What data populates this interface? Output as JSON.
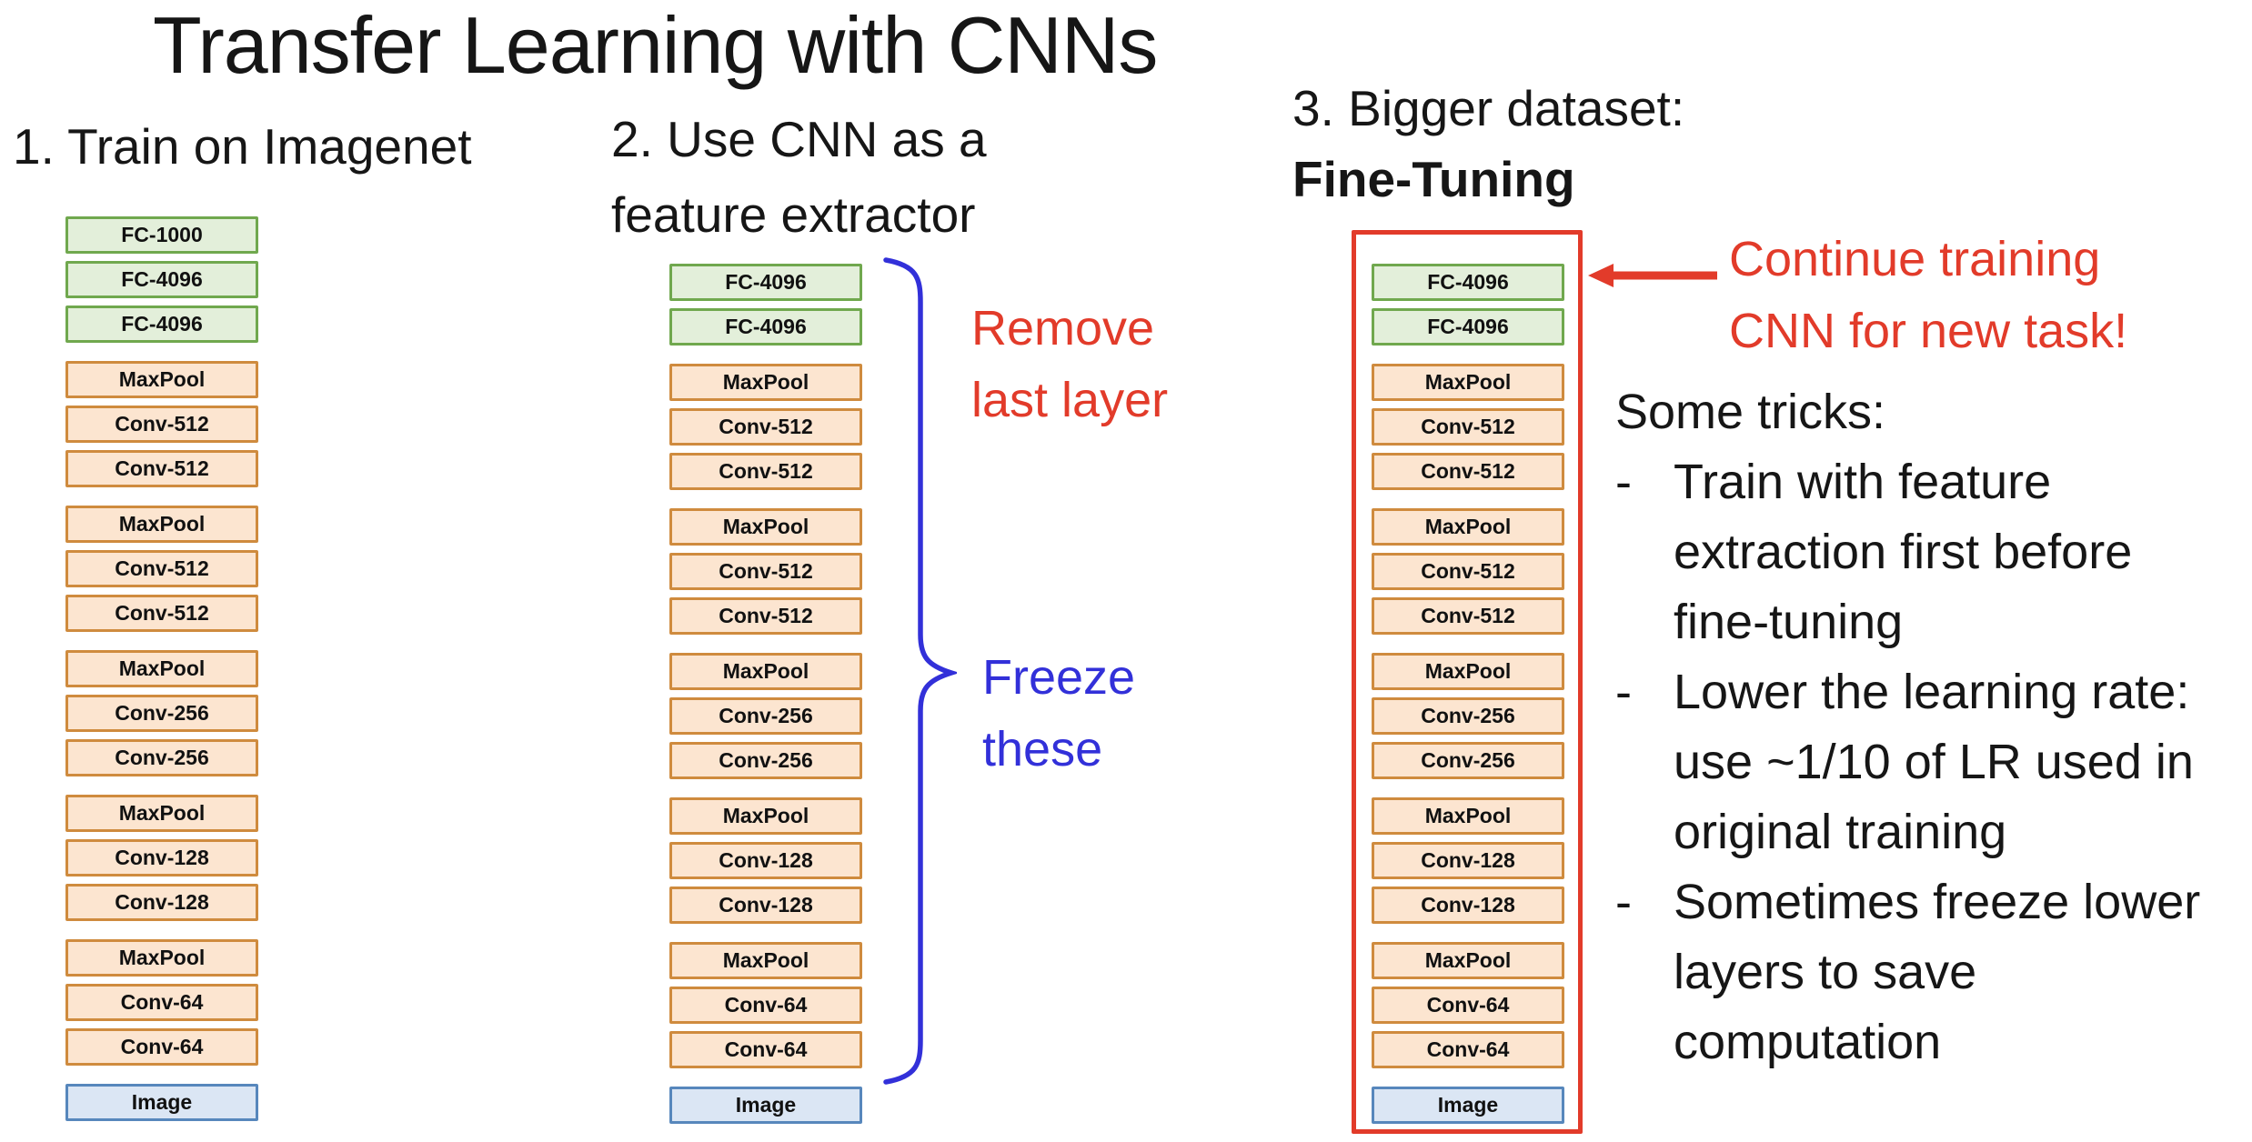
{
  "slide": {
    "title": "Transfer Learning with CNNs"
  },
  "colors": {
    "background": "#ffffff",
    "text_black": "#161616",
    "fc_fill": "#e3efda",
    "fc_border": "#70a84e",
    "conv_fill": "#fce5d0",
    "conv_border": "#cf8b3e",
    "image_fill": "#dbe6f4",
    "image_border": "#5787bc",
    "annotation_red": "#e23b2a",
    "annotation_blue": "#3230d9"
  },
  "columns": [
    {
      "heading": "1. Train on Imagenet",
      "layers": [
        {
          "label": "FC-1000",
          "type": "fc"
        },
        {
          "label": "FC-4096",
          "type": "fc"
        },
        {
          "label": "FC-4096",
          "type": "fc"
        },
        {
          "label": "MaxPool",
          "type": "pool",
          "gap_before": true
        },
        {
          "label": "Conv-512",
          "type": "conv"
        },
        {
          "label": "Conv-512",
          "type": "conv"
        },
        {
          "label": "MaxPool",
          "type": "pool",
          "gap_before": true
        },
        {
          "label": "Conv-512",
          "type": "conv"
        },
        {
          "label": "Conv-512",
          "type": "conv"
        },
        {
          "label": "MaxPool",
          "type": "pool",
          "gap_before": true
        },
        {
          "label": "Conv-256",
          "type": "conv"
        },
        {
          "label": "Conv-256",
          "type": "conv"
        },
        {
          "label": "MaxPool",
          "type": "pool",
          "gap_before": true
        },
        {
          "label": "Conv-128",
          "type": "conv"
        },
        {
          "label": "Conv-128",
          "type": "conv"
        },
        {
          "label": "MaxPool",
          "type": "pool",
          "gap_before": true
        },
        {
          "label": "Conv-64",
          "type": "conv"
        },
        {
          "label": "Conv-64",
          "type": "conv"
        },
        {
          "label": "Image",
          "type": "image",
          "gap_before": true
        }
      ]
    },
    {
      "heading": "2. Use CNN as a\nfeature extractor",
      "layers": [
        {
          "label": "FC-4096",
          "type": "fc"
        },
        {
          "label": "FC-4096",
          "type": "fc"
        },
        {
          "label": "MaxPool",
          "type": "pool",
          "gap_before": true
        },
        {
          "label": "Conv-512",
          "type": "conv"
        },
        {
          "label": "Conv-512",
          "type": "conv"
        },
        {
          "label": "MaxPool",
          "type": "pool",
          "gap_before": true
        },
        {
          "label": "Conv-512",
          "type": "conv"
        },
        {
          "label": "Conv-512",
          "type": "conv"
        },
        {
          "label": "MaxPool",
          "type": "pool",
          "gap_before": true
        },
        {
          "label": "Conv-256",
          "type": "conv"
        },
        {
          "label": "Conv-256",
          "type": "conv"
        },
        {
          "label": "MaxPool",
          "type": "pool",
          "gap_before": true
        },
        {
          "label": "Conv-128",
          "type": "conv"
        },
        {
          "label": "Conv-128",
          "type": "conv"
        },
        {
          "label": "MaxPool",
          "type": "pool",
          "gap_before": true
        },
        {
          "label": "Conv-64",
          "type": "conv"
        },
        {
          "label": "Conv-64",
          "type": "conv"
        },
        {
          "label": "Image",
          "type": "image",
          "gap_before": true
        }
      ]
    },
    {
      "heading_line1": "3. Bigger dataset:",
      "heading_line2": "Fine-Tuning",
      "layers": [
        {
          "label": "FC-4096",
          "type": "fc"
        },
        {
          "label": "FC-4096",
          "type": "fc"
        },
        {
          "label": "MaxPool",
          "type": "pool",
          "gap_before": true
        },
        {
          "label": "Conv-512",
          "type": "conv"
        },
        {
          "label": "Conv-512",
          "type": "conv"
        },
        {
          "label": "MaxPool",
          "type": "pool",
          "gap_before": true
        },
        {
          "label": "Conv-512",
          "type": "conv"
        },
        {
          "label": "Conv-512",
          "type": "conv"
        },
        {
          "label": "MaxPool",
          "type": "pool",
          "gap_before": true
        },
        {
          "label": "Conv-256",
          "type": "conv"
        },
        {
          "label": "Conv-256",
          "type": "conv"
        },
        {
          "label": "MaxPool",
          "type": "pool",
          "gap_before": true
        },
        {
          "label": "Conv-128",
          "type": "conv"
        },
        {
          "label": "Conv-128",
          "type": "conv"
        },
        {
          "label": "MaxPool",
          "type": "pool",
          "gap_before": true
        },
        {
          "label": "Conv-64",
          "type": "conv"
        },
        {
          "label": "Conv-64",
          "type": "conv"
        },
        {
          "label": "Image",
          "type": "image",
          "gap_before": true
        }
      ]
    }
  ],
  "annotations": {
    "remove_last_layer": "Remove\nlast layer",
    "freeze_these": "Freeze\nthese",
    "continue_training": "Continue training\nCNN for new task!"
  },
  "tricks": {
    "heading": "Some tricks:",
    "items": [
      {
        "bullet": "-",
        "text": "Train with feature\nextraction first before\nfine-tuning"
      },
      {
        "bullet": "-",
        "text": "Lower the learning rate:\nuse ~1/10 of LR used in\noriginal training"
      },
      {
        "bullet": "-",
        "text": "Sometimes freeze lower\nlayers to save\ncomputation"
      }
    ]
  }
}
